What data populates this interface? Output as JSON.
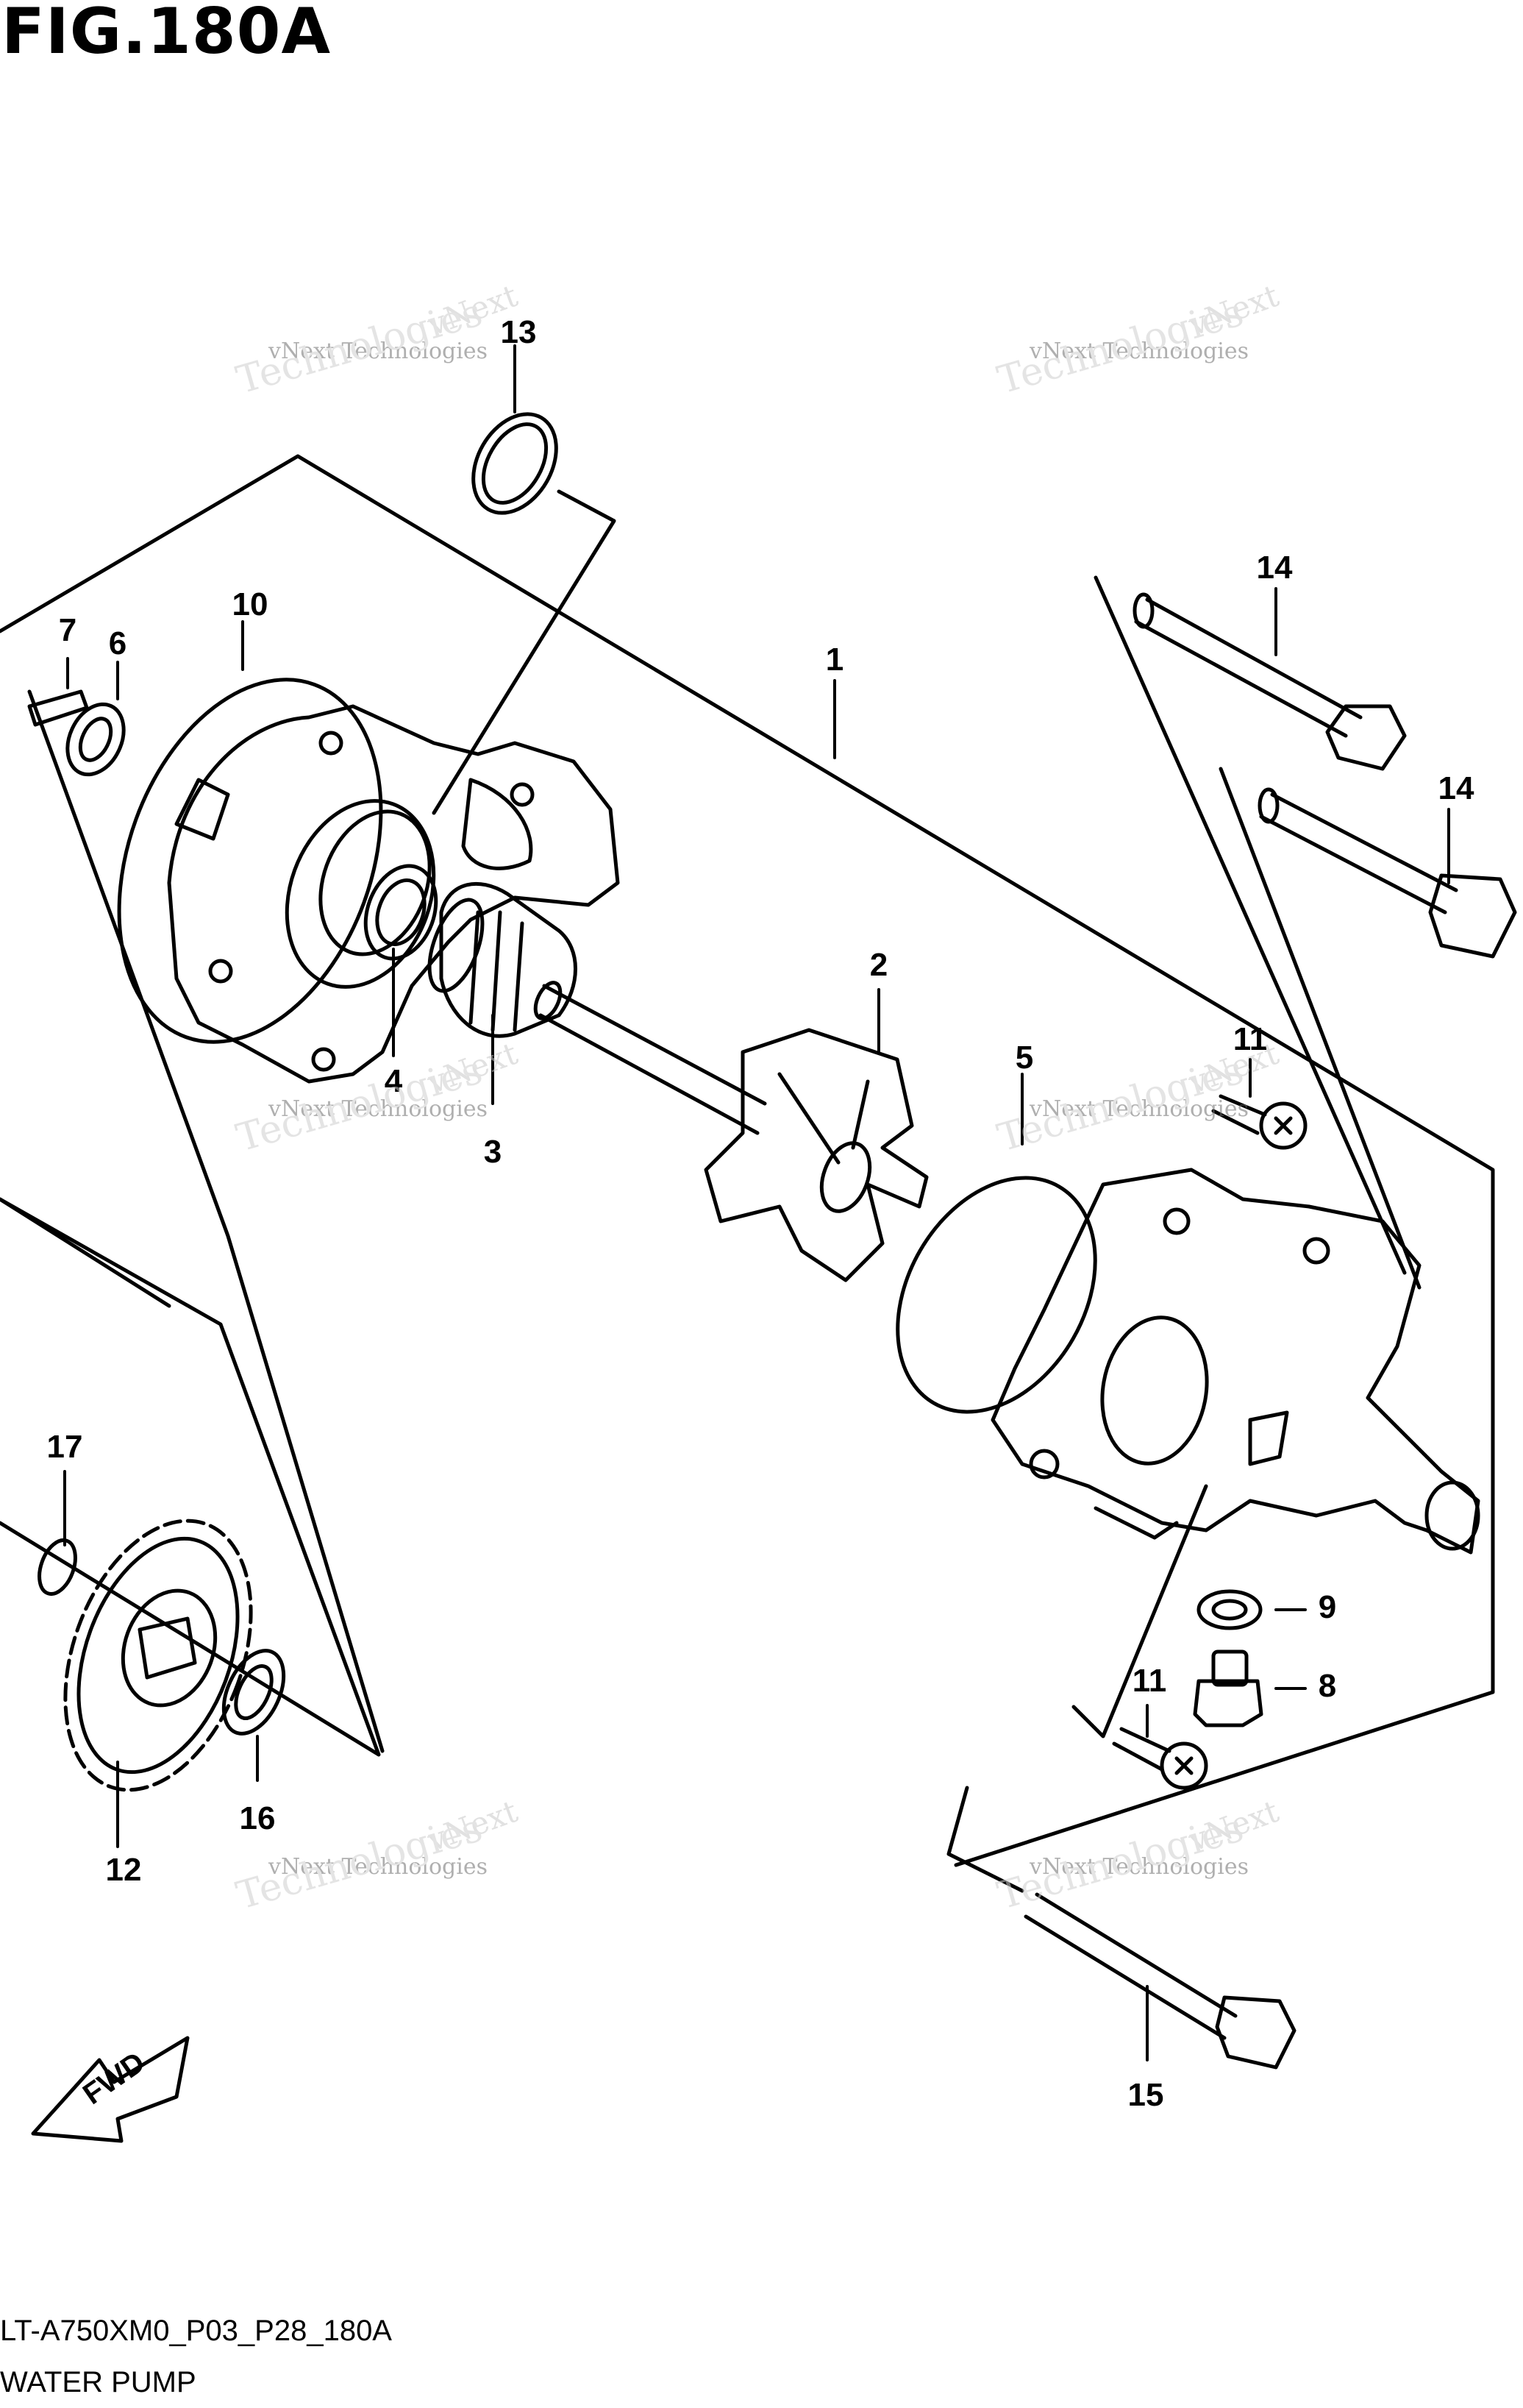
{
  "figure": {
    "title": "FIG.180A",
    "code": "LT-A750XM0_P03_P28_180A",
    "name": "WATER PUMP"
  },
  "fwd_label": "FWD",
  "callouts": [
    "1",
    "2",
    "3",
    "4",
    "5",
    "6",
    "7",
    "8",
    "9",
    "10",
    "11",
    "11",
    "12",
    "13",
    "14",
    "14",
    "15",
    "16",
    "17"
  ],
  "watermark": {
    "line1": "vNext",
    "line2": "vNext Technologies",
    "line3": "Technologies"
  },
  "colors": {
    "ink": "#000000",
    "watermark": "#9a9a9a"
  }
}
